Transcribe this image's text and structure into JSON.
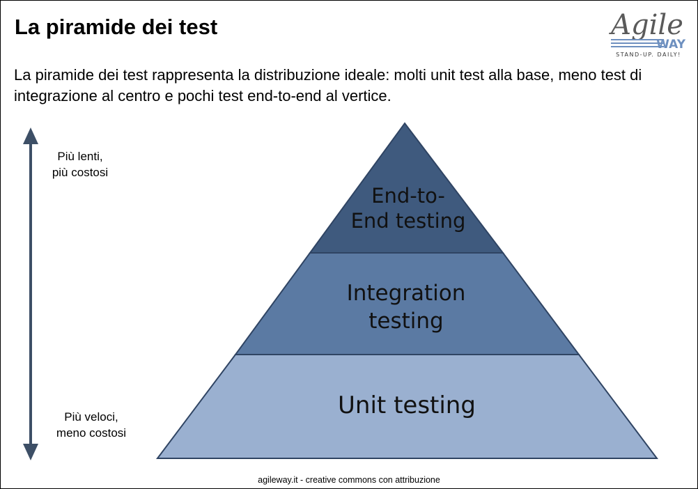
{
  "header": {
    "title": "La piramide dei test",
    "description": "La piramide dei test rappresenta la distribuzione ideale: molti unit test alla base, meno test di integrazione al centro e pochi test end-to-end al vertice."
  },
  "logo": {
    "word": "Agile",
    "sub": "WAY",
    "tagline": "STAND-UP. DAILY!"
  },
  "scale": {
    "top_label_line1": "Più lenti,",
    "top_label_line2": "più costosi",
    "bottom_label_line1": "Più veloci,",
    "bottom_label_line2": "meno costosi",
    "arrow_icon": "double-vertical-arrow-icon"
  },
  "pyramid": {
    "layers": [
      {
        "line1": "End-to-",
        "line2": "End testing",
        "color": "#3f5a7e"
      },
      {
        "line1": "Integration",
        "line2": "testing",
        "color": "#5b7aa3"
      },
      {
        "line1": "Unit testing",
        "line2": "",
        "color": "#9ab0d0"
      }
    ],
    "outline_color": "#2f4463"
  },
  "footer": {
    "text": "agileway.it - creative commons con attribuzione"
  }
}
